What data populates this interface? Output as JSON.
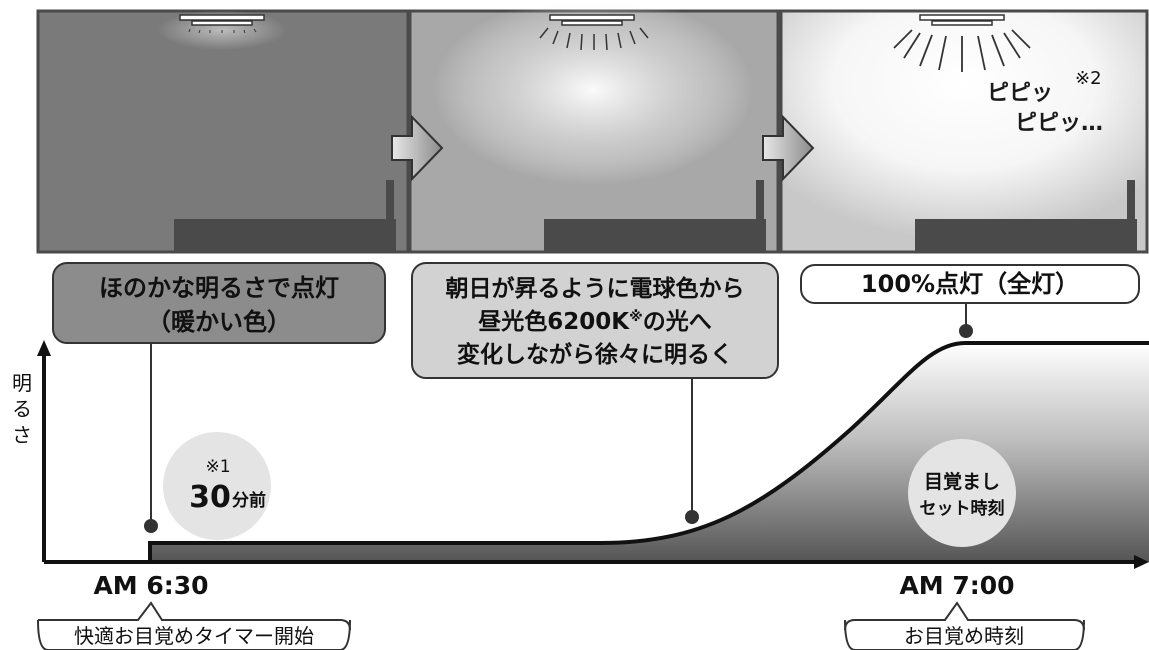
{
  "panels": [
    {
      "glow": "dim",
      "sound_line1": "",
      "sound_line2": "",
      "sound_note": ""
    },
    {
      "glow": "medium",
      "sound_line1": "",
      "sound_line2": "",
      "sound_note": ""
    },
    {
      "glow": "bright",
      "sound_line1": "ピピッ",
      "sound_line2": "ピピッ…",
      "sound_note": "※2"
    }
  ],
  "callouts": {
    "stage1_line1": "ほのかな明るさで点灯",
    "stage1_line2": "（暖かい色）",
    "stage2_line1": "朝日が昇るように電球色から",
    "stage2_line2a": "昼光色6200K",
    "stage2_line2_note": "※",
    "stage2_line2b": "の光へ",
    "stage2_line3": "変化しながら徐々に明るく",
    "stage3": "100%点灯（全灯）"
  },
  "axis": {
    "y_label_chars": [
      "明",
      "る",
      "さ"
    ]
  },
  "badges": {
    "start_note": "※1",
    "start_num": "30",
    "start_unit": "分前",
    "end_line1": "目覚まし",
    "end_line2": "セット時刻"
  },
  "times": {
    "start_time": "AM 6:30",
    "end_time": "AM 7:00",
    "start_label": "快適お目覚めタイマー開始",
    "end_label": "お目覚め時刻"
  },
  "colors": {
    "panel_dim": "#7a7a7a",
    "callout_dark": "#8c8c8c",
    "callout_light": "#d2d2d2",
    "badge_fill": "#e4e4e4",
    "curve_fill_dark": "#5a5a5a"
  }
}
